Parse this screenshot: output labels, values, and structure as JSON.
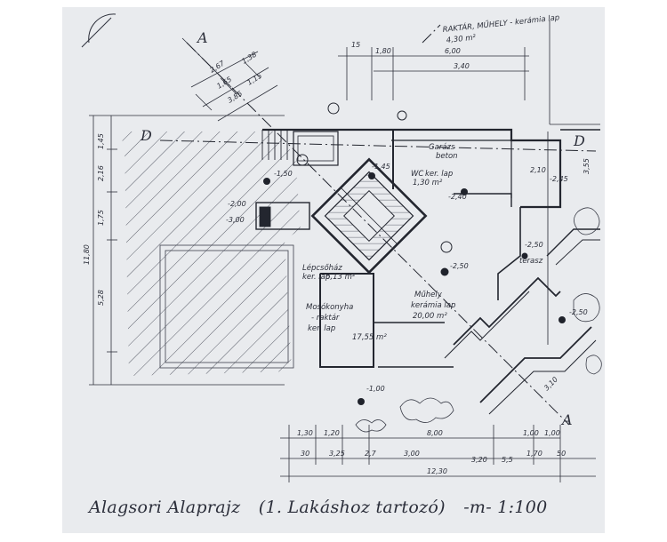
{
  "caption": {
    "title": "Alagsori Alaprajz",
    "subtitle": "(1. Lakáshoz tartozó)",
    "scale": "-m- 1:100"
  },
  "section_marks": {
    "a_top": "A",
    "a_bottom": "A",
    "d_left": "D",
    "d_right": "D"
  },
  "rooms": {
    "storage_note": "RAKTÁR, MŰHELY - kerámia lap",
    "storage_area": "4,30 m²",
    "garage": "Garázs",
    "garage_floor": "beton",
    "wc": "WC",
    "wc_floor": "ker. lap",
    "wc_area": "1,30 m²",
    "stair": "Lépcsőház",
    "stair_floor": "ker. lap",
    "stair_area": "6,13 m²",
    "laundry": "Mosókonyha",
    "laundry_extra": "- raktár",
    "laundry_floor": "ker. lap",
    "laundry_area": "17,55 m²",
    "workshop": "Műhely",
    "workshop_floor": "kerámia lap",
    "workshop_area": "20,00 m²",
    "terrace": "terasz"
  },
  "levels": [
    "-1,50",
    "-1,45",
    "-2,45",
    "-2,40",
    "-2,50",
    "-3,00",
    "-1,00",
    "-2,50",
    "-2,00",
    "-2,50"
  ],
  "dims_top": [
    "6,00",
    "3,40",
    "1,80",
    "15"
  ],
  "dims_left": [
    "1,45",
    "2,16",
    "1,75",
    "5,28",
    "11,80"
  ],
  "dims_bottom_1": [
    "1,30",
    "1,20",
    "8,00",
    "1,00",
    "1,00"
  ],
  "dims_bottom_2": [
    "30",
    "3,25",
    "2,7",
    "3,00",
    "3,20",
    "5,5",
    "1,70",
    "50"
  ],
  "dims_bottom_total": "12,30",
  "dims_angled": [
    "2,67",
    "1,65",
    "1,38",
    "1,15",
    "3,85"
  ],
  "dims_right": [
    "3,55",
    "2,10",
    "3,10"
  ],
  "colors": {
    "paper": "#e9ebee",
    "ink": "#2c2f3a"
  }
}
